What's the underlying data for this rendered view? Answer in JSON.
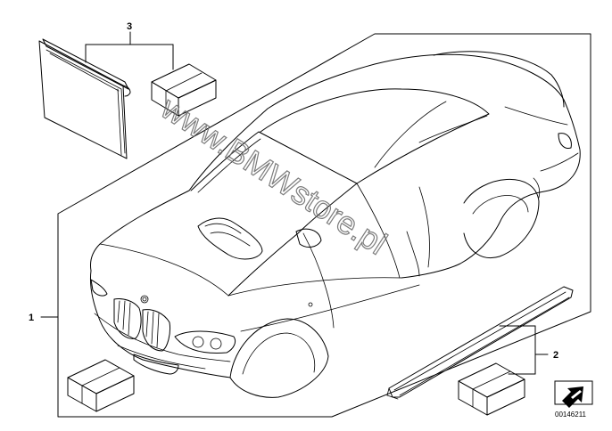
{
  "callouts": {
    "item_1": "1",
    "item_2": "2",
    "item_3": "3"
  },
  "watermark": "www.BMWstore.pl",
  "diagram_number": "00146211",
  "icons": {
    "vehicle": "car-front-three-quarter",
    "kit_box": "box-icon",
    "manual": "booklet-icon",
    "sill": "side-skirt-icon",
    "diagram_tag": "arrow-tag-icon"
  }
}
